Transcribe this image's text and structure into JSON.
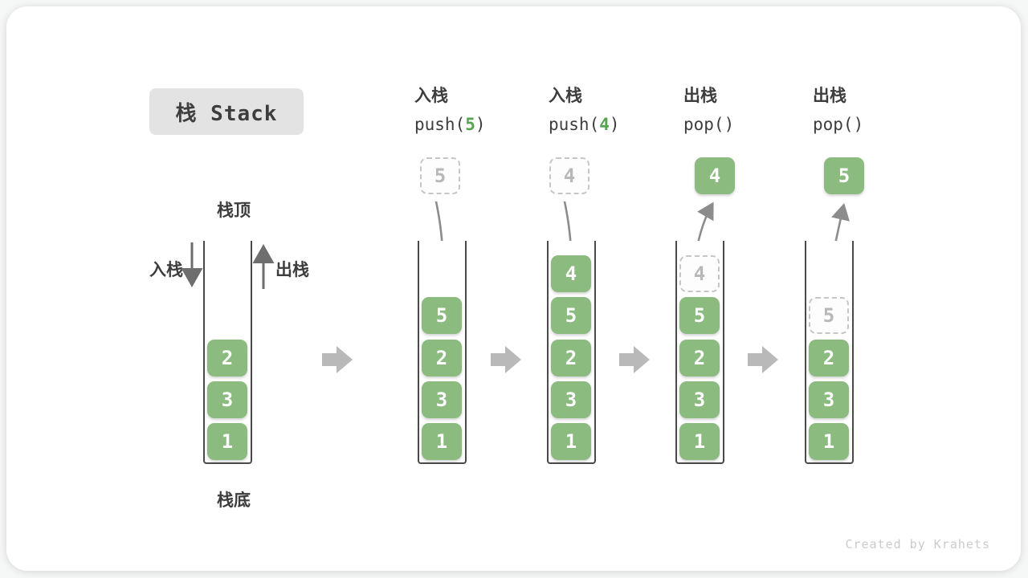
{
  "title": "栈 Stack",
  "watermark": "Created by Krahets",
  "colors": {
    "cell_green": "#8cbb80",
    "arg_green": "#55a44e",
    "curved_arrow_gray": "#8c8c8c",
    "side_arrow_gray": "#6e6e6e",
    "block_arrow_gray": "#b9b9b9",
    "ghost_border_gray": "#c6c6c6",
    "ghost_text_gray": "#b8b8b8",
    "text_dark": "#3d3d3d",
    "title_bg": "#e3e3e3"
  },
  "labels": {
    "stack_top": "栈顶",
    "stack_bottom": "栈底",
    "push_side": "入栈",
    "pop_side": "出栈"
  },
  "operations": [
    {
      "name": "入栈",
      "call_prefix": "push(",
      "call_arg": "5",
      "call_suffix": ")"
    },
    {
      "name": "入栈",
      "call_prefix": "push(",
      "call_arg": "4",
      "call_suffix": ")"
    },
    {
      "name": "出栈",
      "call_prefix": "pop(",
      "call_arg": "",
      "call_suffix": ")"
    },
    {
      "name": "出栈",
      "call_prefix": "pop(",
      "call_arg": "",
      "call_suffix": ")"
    }
  ],
  "stacks": [
    {
      "state": "initial",
      "cells": [
        {
          "value": "2",
          "slot": 2,
          "style": "solid"
        },
        {
          "value": "3",
          "slot": 3,
          "style": "solid"
        },
        {
          "value": "1",
          "slot": 4,
          "style": "solid"
        }
      ]
    },
    {
      "state": "after push(5) pending",
      "top_box": {
        "value": "5",
        "style": "ghost"
      },
      "cells": [
        {
          "value": "5",
          "slot": 1,
          "style": "solid"
        },
        {
          "value": "2",
          "slot": 2,
          "style": "solid"
        },
        {
          "value": "3",
          "slot": 3,
          "style": "solid"
        },
        {
          "value": "1",
          "slot": 4,
          "style": "solid"
        }
      ]
    },
    {
      "state": "after push(4) pending",
      "top_box": {
        "value": "4",
        "style": "ghost"
      },
      "cells": [
        {
          "value": "4",
          "slot": 0,
          "style": "solid"
        },
        {
          "value": "5",
          "slot": 1,
          "style": "solid"
        },
        {
          "value": "2",
          "slot": 2,
          "style": "solid"
        },
        {
          "value": "3",
          "slot": 3,
          "style": "solid"
        },
        {
          "value": "1",
          "slot": 4,
          "style": "solid"
        }
      ]
    },
    {
      "state": "after pop() returns 4",
      "top_box": {
        "value": "4",
        "style": "solid"
      },
      "cells": [
        {
          "value": "4",
          "slot": 0,
          "style": "ghost"
        },
        {
          "value": "5",
          "slot": 1,
          "style": "solid"
        },
        {
          "value": "2",
          "slot": 2,
          "style": "solid"
        },
        {
          "value": "3",
          "slot": 3,
          "style": "solid"
        },
        {
          "value": "1",
          "slot": 4,
          "style": "solid"
        }
      ]
    },
    {
      "state": "after pop() returns 5",
      "top_box": {
        "value": "5",
        "style": "solid"
      },
      "cells": [
        {
          "value": "5",
          "slot": 1,
          "style": "ghost"
        },
        {
          "value": "2",
          "slot": 2,
          "style": "solid"
        },
        {
          "value": "3",
          "slot": 3,
          "style": "solid"
        },
        {
          "value": "1",
          "slot": 4,
          "style": "solid"
        }
      ]
    }
  ]
}
